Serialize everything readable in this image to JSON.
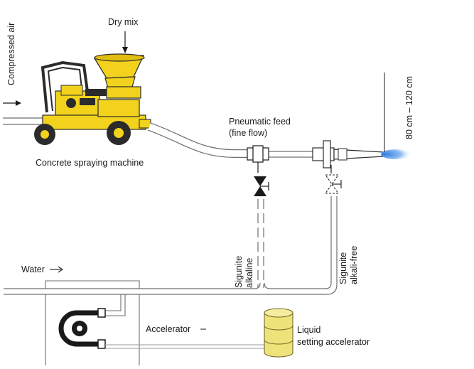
{
  "labels": {
    "dry_mix": "Dry mix",
    "compressed_air": "Compressed air",
    "machine": "Concrete spraying machine",
    "pneumatic_feed_line1": "Pneumatic feed",
    "pneumatic_feed_line2": "(fine flow)",
    "distance": "80 cm – 120 cm",
    "water": "Water",
    "sigunite_alkaline_line1": "Sigunite",
    "sigunite_alkaline_line2": "alkaline",
    "sigunite_alkalifree_line1": "Sigunite",
    "sigunite_alkalifree_line2": "alkali-free",
    "accelerator": "Accelerator",
    "liquid_line1": "Liquid",
    "liquid_line2": "setting accelerator"
  },
  "colors": {
    "machine_yellow": "#f2d21c",
    "machine_dark": "#2b2b2b",
    "pipe_outline": "#6f6f6f",
    "line": "#1a1a1a",
    "spray_blue": "#4a8fe8",
    "barrel_yellow": "#eee27a"
  }
}
